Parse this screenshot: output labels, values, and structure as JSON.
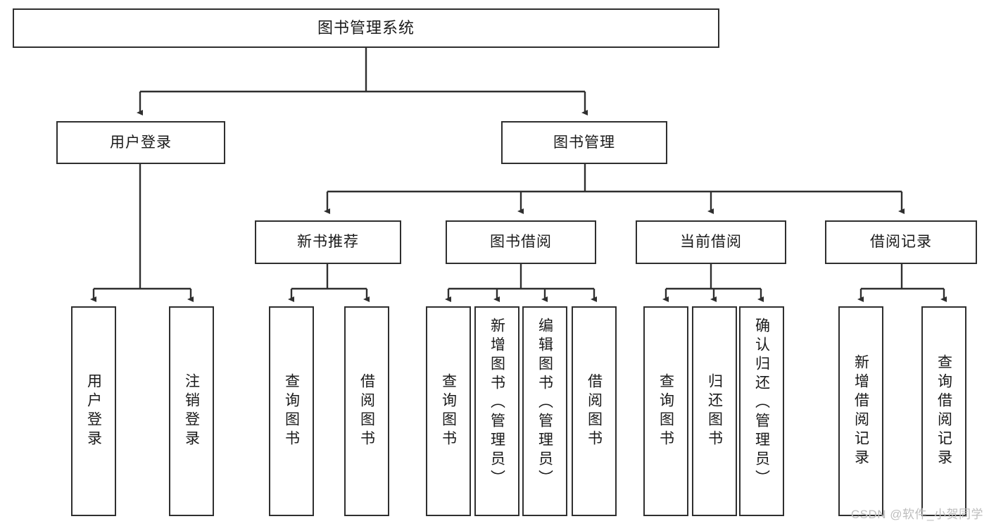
{
  "diagram": {
    "type": "tree-flowchart",
    "title": "图书管理系统",
    "orientation": "top-down",
    "watermark": "CSDN @软件_小贺同学",
    "colors": {
      "background": "#ffffff",
      "node_fill": "#ffffff",
      "node_border": "#2f2f2f",
      "edge": "#2f2f2f",
      "text": "#1a1a1a",
      "watermark": "#bdbdbd"
    },
    "nodes": {
      "root": {
        "label": "图书管理系统"
      },
      "level1": [
        {
          "id": "user-login",
          "label": "用户登录"
        },
        {
          "id": "book-manage",
          "label": "图书管理"
        }
      ],
      "level2": [
        {
          "id": "new-book-recommend",
          "label": "新书推荐",
          "parent": "book-manage"
        },
        {
          "id": "book-borrow",
          "label": "图书借阅",
          "parent": "book-manage"
        },
        {
          "id": "current-borrow",
          "label": "当前借阅",
          "parent": "book-manage"
        },
        {
          "id": "borrow-record",
          "label": "借阅记录",
          "parent": "book-manage"
        }
      ],
      "leaves": {
        "user-login": [
          {
            "id": "leaf-user-login",
            "label": "用户登录"
          },
          {
            "id": "leaf-logout",
            "label": "注销登录"
          }
        ],
        "new-book-recommend": [
          {
            "id": "leaf-query-book-1",
            "label": "查询图书"
          },
          {
            "id": "leaf-borrow-book-1",
            "label": "借阅图书"
          }
        ],
        "book-borrow": [
          {
            "id": "leaf-query-book-2",
            "label": "查询图书"
          },
          {
            "id": "leaf-add-book",
            "label": "新增图书（管理员）"
          },
          {
            "id": "leaf-edit-book",
            "label": "编辑图书（管理员）"
          },
          {
            "id": "leaf-borrow-book-2",
            "label": "借阅图书"
          }
        ],
        "current-borrow": [
          {
            "id": "leaf-query-book-3",
            "label": "查询图书"
          },
          {
            "id": "leaf-return-book",
            "label": "归还图书"
          },
          {
            "id": "leaf-confirm-return",
            "label": "确认归还（管理员）"
          }
        ],
        "borrow-record": [
          {
            "id": "leaf-add-record",
            "label": "新增借阅记录"
          },
          {
            "id": "leaf-query-record",
            "label": "查询借阅记录"
          }
        ]
      }
    }
  }
}
